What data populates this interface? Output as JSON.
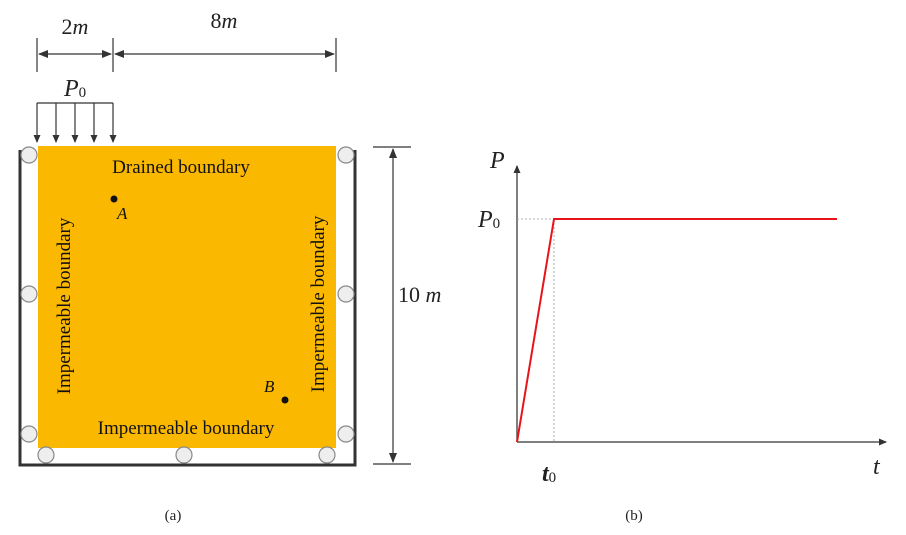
{
  "panel_a": {
    "dim_left": {
      "value": "2",
      "unit": "m"
    },
    "dim_right": {
      "value": "8",
      "unit": "m"
    },
    "dim_height": "10 m",
    "load_label": {
      "base": "P",
      "sub": "0"
    },
    "top_label": "Drained boundary",
    "left_label": "Impermeable boundary",
    "right_label": "Impermeable boundary",
    "bottom_label": "Impermeable boundary",
    "point_a": "A",
    "point_b": "B",
    "caption": "(a)",
    "soil_color": "#FBB800"
  },
  "panel_b": {
    "y_label": "P",
    "y_tick": {
      "base": "P",
      "sub": "0"
    },
    "x_label": "t",
    "x_tick": {
      "base": "t",
      "sub": "0"
    },
    "caption": "(b)",
    "line_color": "#e8141a",
    "load_curve": [
      {
        "t": "0",
        "P": "0"
      },
      {
        "t": "t0",
        "P": "P0"
      },
      {
        "t": "end",
        "P": "P0"
      }
    ]
  }
}
